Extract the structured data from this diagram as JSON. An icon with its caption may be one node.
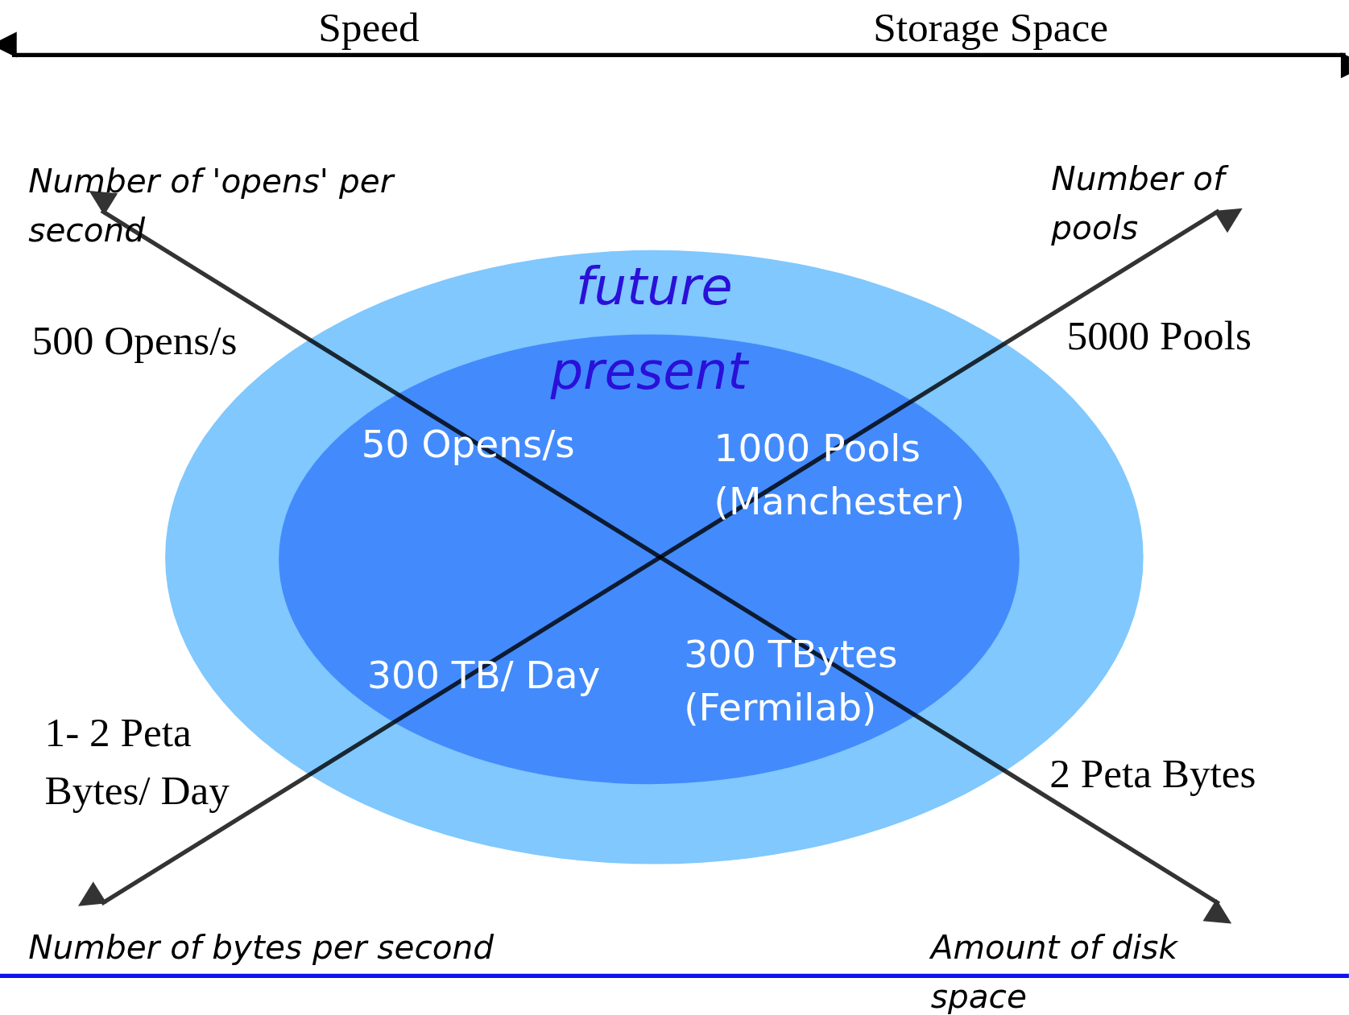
{
  "diagram": {
    "nodes": [
      {
        "text": [
          "future"
        ]
      },
      {
        "text": [
          "present"
        ],
        "in": 0
      }
    ],
    "labels": [
      "Speed",
      "Storage Space",
      "Number of 'opens' per second",
      "Number of pools",
      "500 Opens/s",
      "5000 Pools",
      "50 Opens/s",
      "1000 Pools (Manchester)",
      "300 TB/ Day",
      "300 TBytes (Fermilab)",
      "1- 2 Peta Bytes/ Day",
      "2 Peta Bytes",
      "Number of bytes per second",
      "Amount of disk space"
    ]
  }
}
